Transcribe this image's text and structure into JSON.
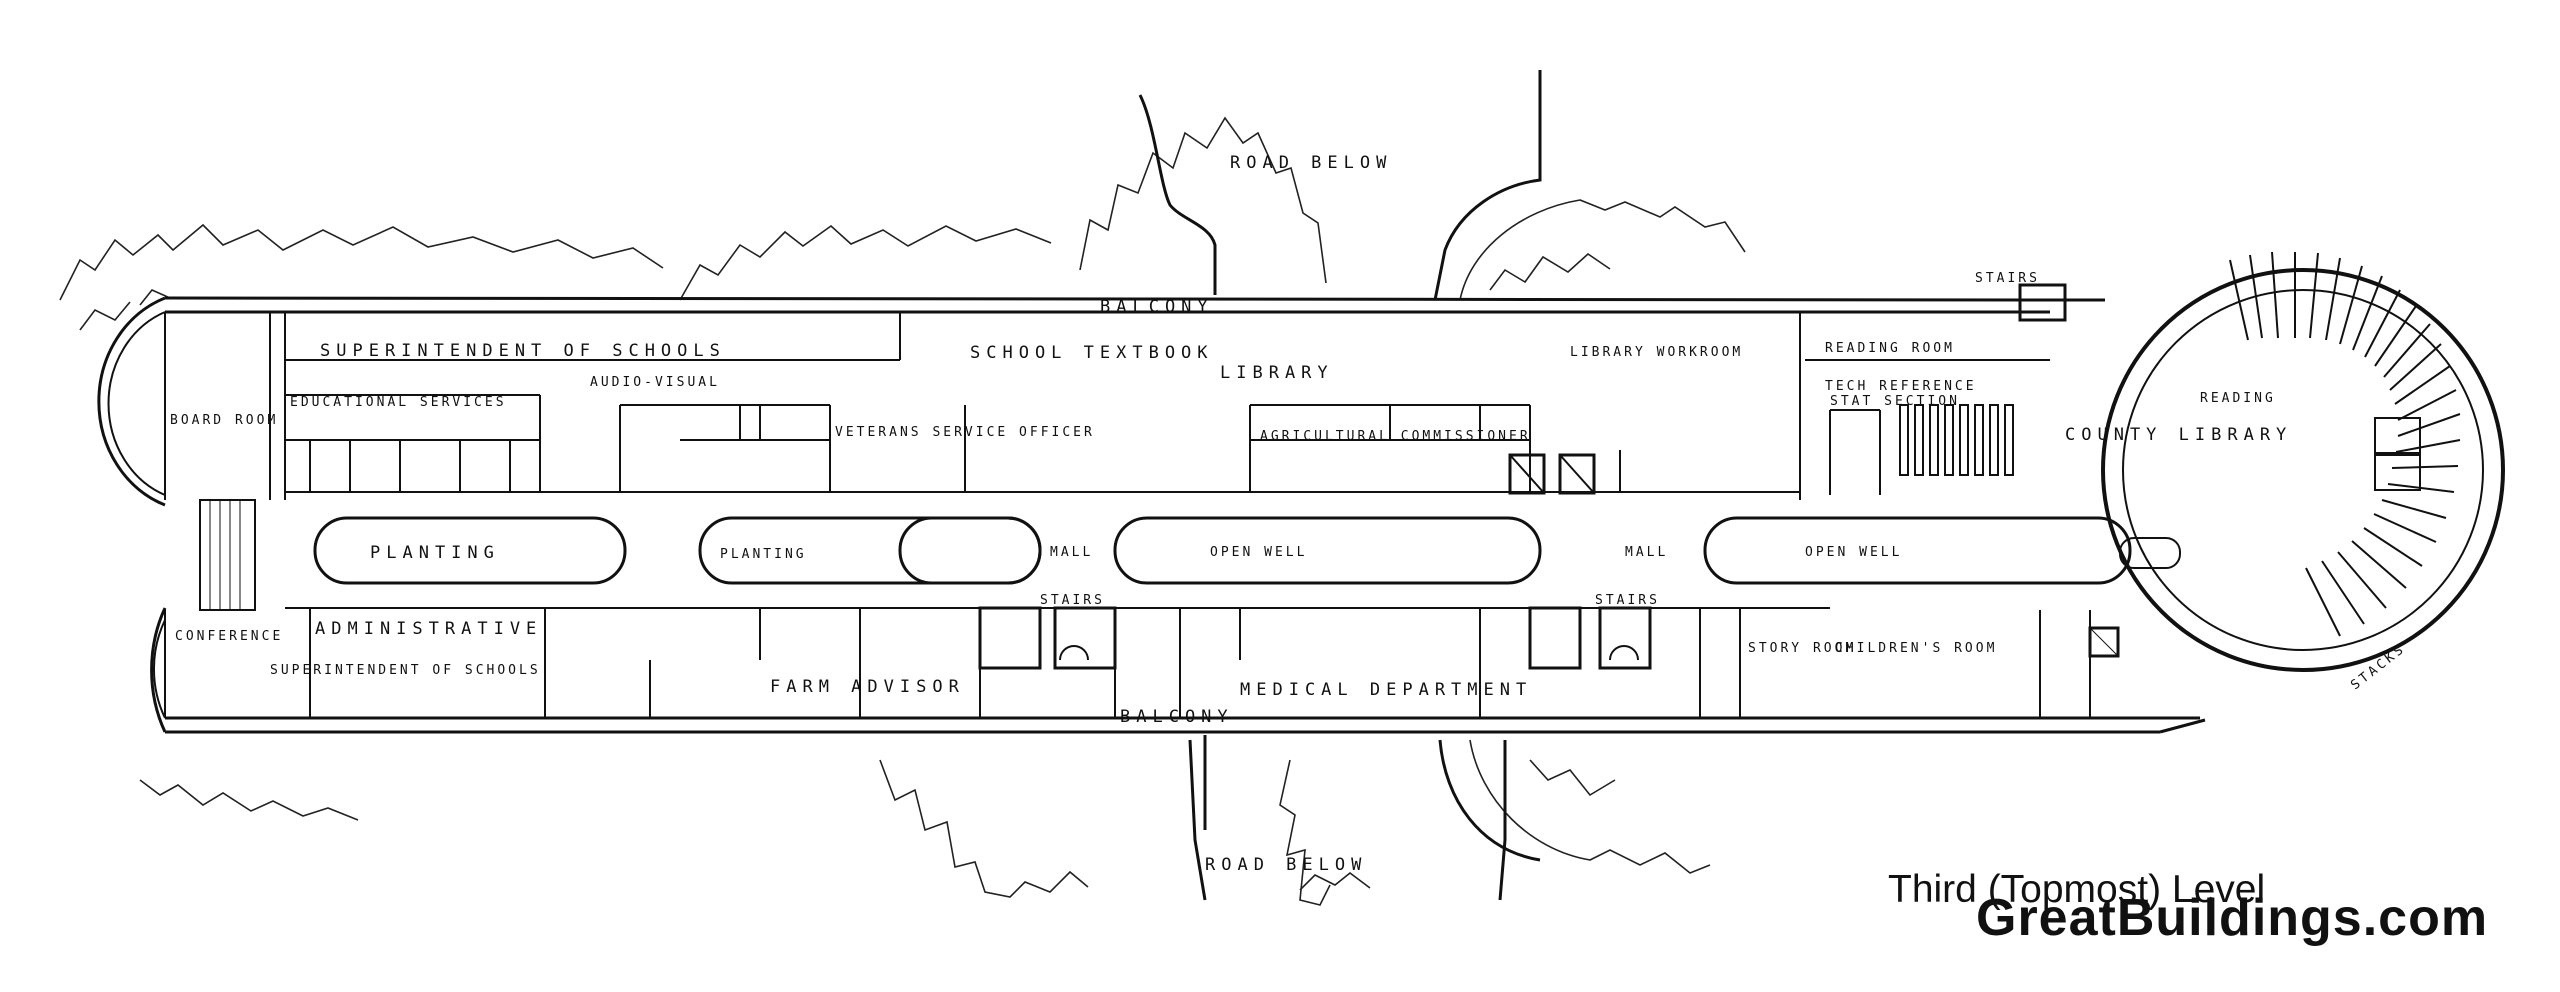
{
  "caption": "Third (Topmost) Level",
  "watermark": "GreatBuildings.com",
  "labels": {
    "road_top": "ROAD BELOW",
    "road_bottom": "ROAD BELOW",
    "balcony_top": "BALCONY",
    "balcony_bottom": "BALCONY",
    "superintendent": "SUPERINTENDENT OF SCHOOLS",
    "audio_visual": "AUDIO-VISUAL",
    "educational_services": "EDUCATIONAL SERVICES",
    "school_textbook": "SCHOOL TEXTBOOK",
    "library": "LIBRARY",
    "library_workroom": "LIBRARY WORKROOM",
    "reading_room": "READING ROOM",
    "tech_reference": "TECH REFERENCE",
    "stat_section": "STAT SECTION",
    "county_library": "COUNTY LIBRARY",
    "reading": "READING",
    "veterans_service": "VETERANS SERVICE OFFICER",
    "agricultural_commissioner": "AGRICULTURAL COMMISSIONER",
    "planting_1": "PLANTING",
    "planting_2": "PLANTING",
    "open_well_1": "OPEN WELL",
    "open_well_2": "OPEN WELL",
    "mall_1": "MALL",
    "mall_2": "MALL",
    "stairs_1": "STAIRS",
    "stairs_2": "STAIRS",
    "stairs_3": "STAIRS",
    "administrative": "ADMINISTRATIVE",
    "superintendent_schools": "SUPERINTENDENT OF SCHOOLS",
    "farm_advisor": "FARM ADVISOR",
    "medical_department": "MEDICAL DEPARTMENT",
    "story_room": "STORY ROOM",
    "children_room": "CHILDREN'S ROOM",
    "stacks": "STACKS",
    "conference": "CONFERENCE",
    "board_room": "BOARD ROOM"
  }
}
